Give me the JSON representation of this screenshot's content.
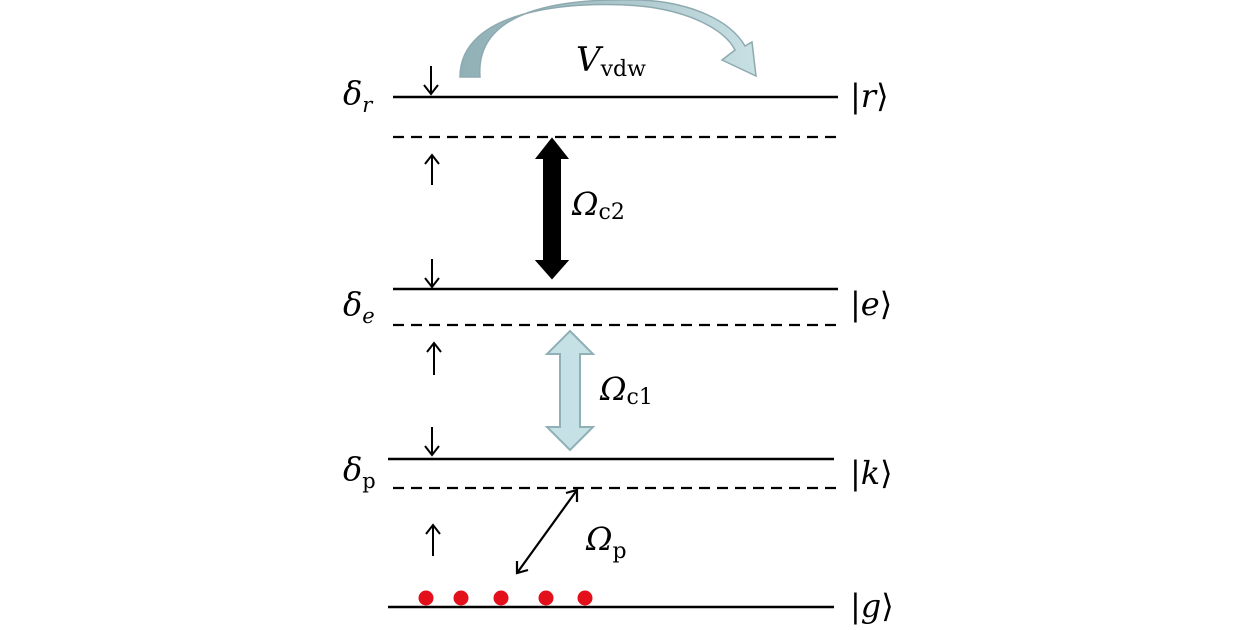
{
  "levels": {
    "r": {
      "ket": "r"
    },
    "e": {
      "ket": "e"
    },
    "k": {
      "ket": "k"
    },
    "g": {
      "ket": "g"
    }
  },
  "detunings": {
    "r": {
      "symbol": "δ",
      "sub": "r"
    },
    "e": {
      "symbol": "δ",
      "sub": "e"
    },
    "p": {
      "symbol": "δ",
      "sub": "p"
    }
  },
  "couplings": {
    "c2": {
      "symbol": "Ω",
      "sub": "c2",
      "color": "#000000"
    },
    "c1": {
      "symbol": "Ω",
      "sub": "c1",
      "color": "#c5e1e6"
    },
    "p": {
      "symbol": "Ω",
      "sub": "p",
      "color": "#000000"
    }
  },
  "interaction": {
    "symbol": "V",
    "sub": "vdw",
    "color": "#a7c4c8"
  },
  "atoms": {
    "count": 5,
    "color": "#e3101c"
  }
}
